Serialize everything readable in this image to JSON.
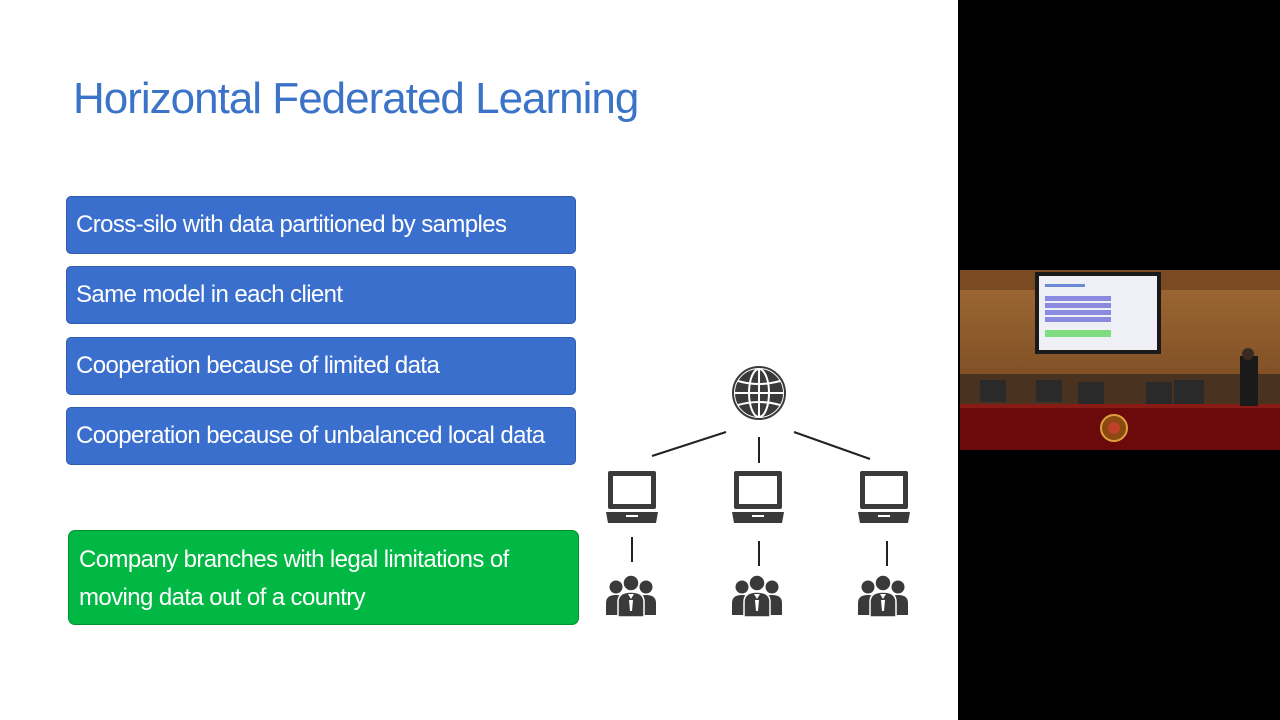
{
  "slide": {
    "title": "Horizontal Federated Learning",
    "bullets": [
      "Cross-silo with data partitioned by samples",
      "Same model in each client",
      "Cooperation because of limited data",
      "Cooperation because of unbalanced local data"
    ],
    "example_lines": [
      "Company branches with legal limitations of",
      "moving data out of a country"
    ]
  },
  "diagram": {
    "icons": {
      "server": "globe-icon",
      "clients": [
        "laptop-icon",
        "laptop-icon",
        "laptop-icon"
      ],
      "users": [
        "user-group-icon",
        "user-group-icon",
        "user-group-icon"
      ]
    }
  },
  "colors": {
    "title": "#3b73c8",
    "bullet_fill": "#3b6fcd",
    "example_fill": "#00b843",
    "icon": "#3a3a3a",
    "background": "#000000"
  }
}
